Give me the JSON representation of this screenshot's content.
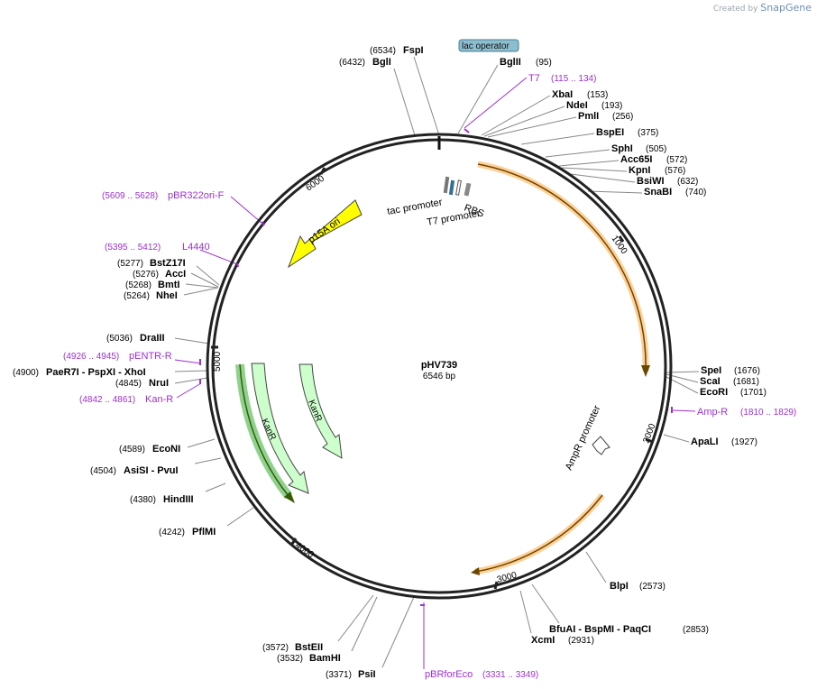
{
  "watermark": {
    "prefix": "Created by",
    "brand": "SnapGene"
  },
  "plasmid": {
    "name": "pHV739",
    "length_label": "6546 bp",
    "length": 6546
  },
  "scale_ticks": [
    "1000",
    "2000",
    "3000",
    "4000",
    "5000",
    "6000"
  ],
  "sites": [
    {
      "name": "FspI",
      "pos": "(6534)"
    },
    {
      "name": "BglI",
      "pos": "(6432)"
    },
    {
      "name": "BglII",
      "pos": "(95)"
    },
    {
      "name": "XbaI",
      "pos": "(153)"
    },
    {
      "name": "NdeI",
      "pos": "(193)"
    },
    {
      "name": "PmlI",
      "pos": "(256)"
    },
    {
      "name": "BspEI",
      "pos": "(375)"
    },
    {
      "name": "SphI",
      "pos": "(505)"
    },
    {
      "name": "Acc65I",
      "pos": "(572)"
    },
    {
      "name": "KpnI",
      "pos": "(576)"
    },
    {
      "name": "BsiWI",
      "pos": "(632)"
    },
    {
      "name": "SnaBI",
      "pos": "(740)"
    },
    {
      "name": "SpeI",
      "pos": "(1676)"
    },
    {
      "name": "ScaI",
      "pos": "(1681)"
    },
    {
      "name": "EcoRI",
      "pos": "(1701)"
    },
    {
      "name": "ApaLI",
      "pos": "(1927)"
    },
    {
      "name": "BlpI",
      "pos": "(2573)"
    },
    {
      "name": "BfuAI - BspMI - PaqCI",
      "pos": "(2853)"
    },
    {
      "name": "XcmI",
      "pos": "(2931)"
    },
    {
      "name": "PsiI",
      "pos": "(3371)"
    },
    {
      "name": "BamHI",
      "pos": "(3532)"
    },
    {
      "name": "BstEII",
      "pos": "(3572)"
    },
    {
      "name": "PflMI",
      "pos": "(4242)"
    },
    {
      "name": "HindIII",
      "pos": "(4380)"
    },
    {
      "name": "AsiSI - PvuI",
      "pos": "(4504)"
    },
    {
      "name": "EcoNI",
      "pos": "(4589)"
    },
    {
      "name": "NruI",
      "pos": "(4845)"
    },
    {
      "name": "PaeR7I - PspXI - XhoI",
      "pos": "(4900)"
    },
    {
      "name": "DraIII",
      "pos": "(5036)"
    },
    {
      "name": "NheI",
      "pos": "(5264)"
    },
    {
      "name": "BmtI",
      "pos": "(5268)"
    },
    {
      "name": "AccI",
      "pos": "(5276)"
    },
    {
      "name": "BstZ17I",
      "pos": "(5277)"
    }
  ],
  "primers": [
    {
      "name": "T7",
      "range": "(115 .. 134)"
    },
    {
      "name": "Amp-R",
      "range": "(1810 .. 1829)"
    },
    {
      "name": "pBRforEco",
      "range": "(3331 .. 3349)"
    },
    {
      "name": "Kan-R",
      "range": "(4842 .. 4861)"
    },
    {
      "name": "pENTR-R",
      "range": "(4926 .. 4945)"
    },
    {
      "name": "L4440",
      "range": "(5395 .. 5412)"
    },
    {
      "name": "pBR322ori-F",
      "range": "(5609 .. 5628)"
    }
  ],
  "features": {
    "lac_operator": "lac operator",
    "tac_promoter": "tac promoter",
    "t7_promoter": "T7 promoter",
    "rbs": "RBS",
    "p15a_ori": "p15A ori",
    "kanr_outer": "KanR",
    "kanr_inner": "KanR",
    "ampr_promoter": "AmpR promoter"
  },
  "colors": {
    "primer": "#9b30d0",
    "backbone": "#222222",
    "ori": "#ffff00",
    "kanr": "#ccffcc",
    "ampr_highlight": "#ffc37a",
    "lac_operator": "#8cbecf"
  }
}
